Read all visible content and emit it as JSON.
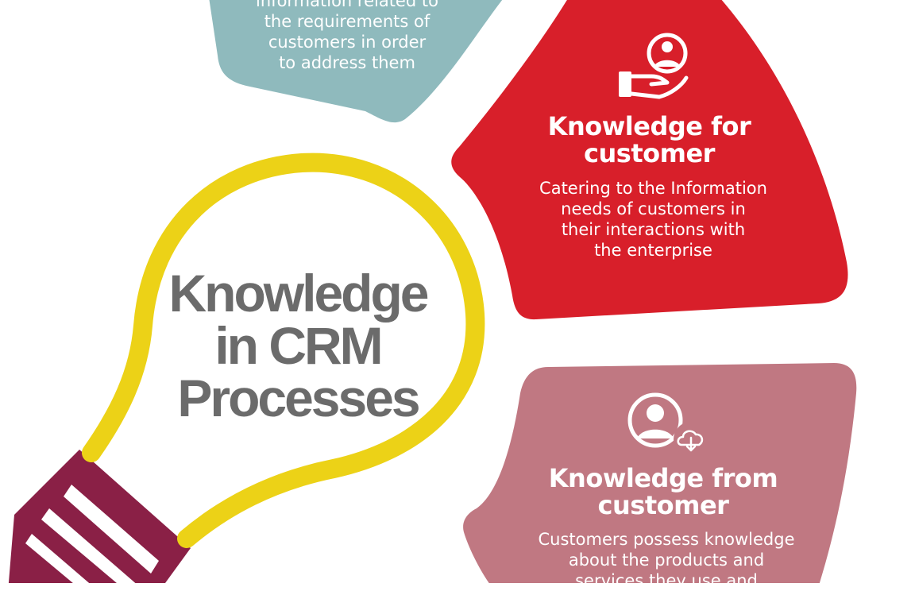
{
  "center": {
    "title": "Knowledge\nin CRM\nProcesses"
  },
  "petals": [
    {
      "id": "about",
      "title": "",
      "body": "information related to\nthe requirements of\ncustomers in order\nto address them",
      "color": "#8fbabd"
    },
    {
      "id": "for",
      "title": "Knowledge for\ncustomer",
      "body": "Catering to the Information\nneeds of customers in\ntheir interactions with\nthe enterprise",
      "color": "#d81f2a",
      "icon": "hand-holding-user-icon"
    },
    {
      "id": "from",
      "title": "Knowledge from\ncustomer",
      "body": "Customers possess knowledge\nabout the products and\nservices they use and",
      "color": "#c07882",
      "icon": "user-cloud-download-icon"
    }
  ],
  "colors": {
    "bulb_outline": "#ecd217",
    "bulb_base": "#8a2046",
    "center_text": "#6b6b6b"
  }
}
